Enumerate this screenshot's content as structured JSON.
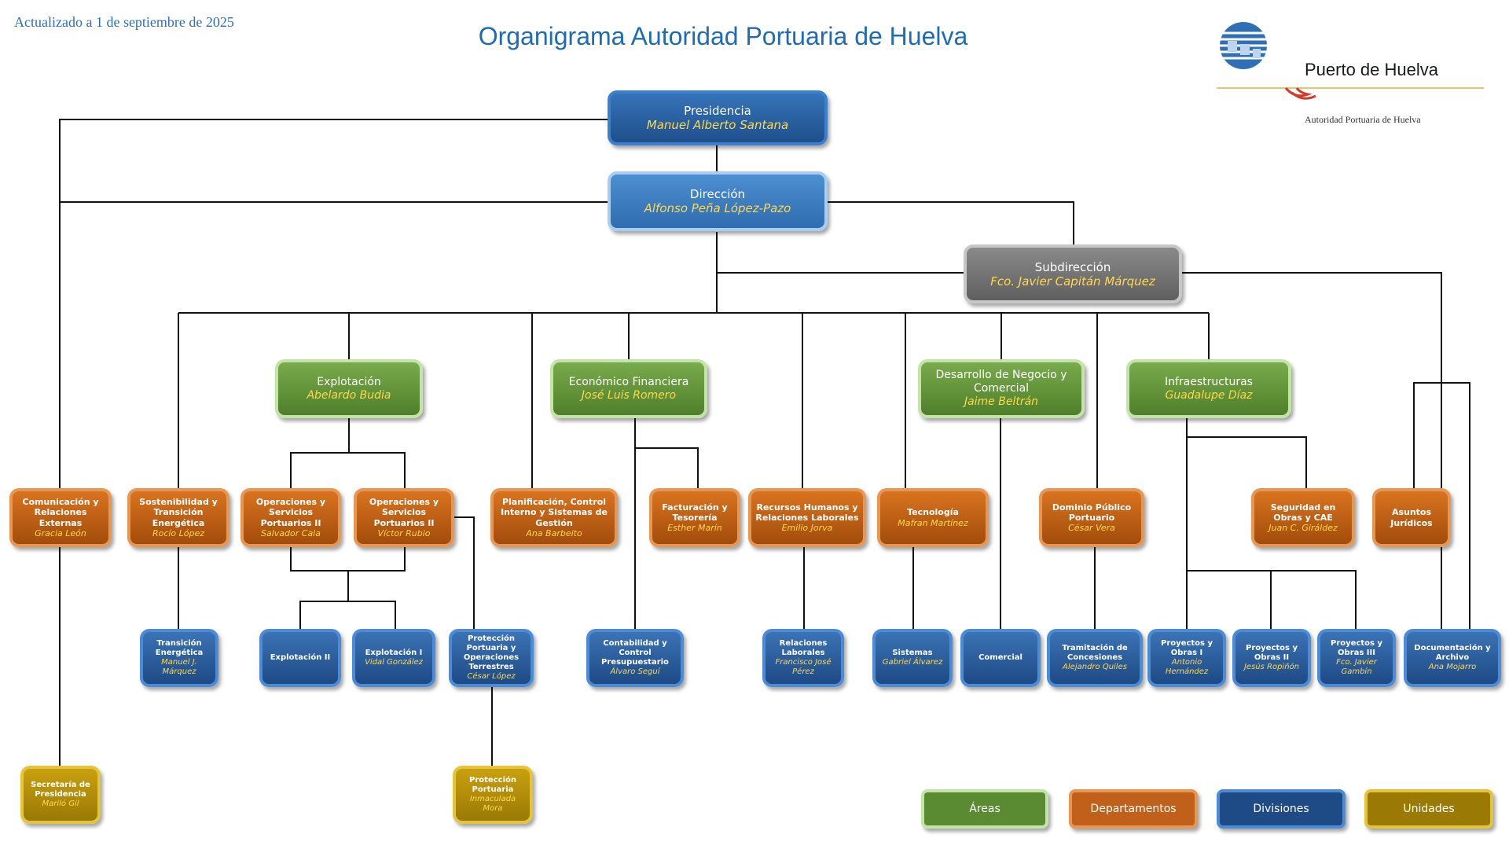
{
  "updated": "Actualizado a 1 de septiembre de 2025",
  "title": "Organigrama Autoridad Portuaria de Huelva",
  "logo": {
    "name": "Puerto de Huelva",
    "subtitle": "Autoridad Portuaria de Huelva"
  },
  "colors": {
    "areas": "#5a8a32",
    "departamentos": "#c0601a",
    "divisiones": "#1e4a85",
    "unidades": "#9a7a05",
    "title": "#1f6bb5"
  },
  "nodes": {
    "presidencia": {
      "name": "Presidencia",
      "person": "Manuel Alberto Santana"
    },
    "direccion": {
      "name": "Dirección",
      "person": "Alfonso Peña López-Pazo"
    },
    "subdireccion": {
      "name": "Subdirección",
      "person": "Fco. Javier Capitán Márquez"
    },
    "explotacion": {
      "name": "Explotación",
      "person": "Abelardo Budia"
    },
    "economico": {
      "name": "Económico Financiera",
      "person": "José Luis Romero"
    },
    "desarrollo": {
      "name": "Desarrollo de Negocio y Comercial",
      "person": "Jaime Beltrán"
    },
    "infraestructuras": {
      "name": "Infraestructuras",
      "person": "Guadalupe Díaz"
    },
    "comunicacion": {
      "name": "Comunicación y Relaciones Externas",
      "person": "Gracia León"
    },
    "sostenibilidad": {
      "name": "Sostenibilidad y Transición Energética",
      "person": "Rocío López"
    },
    "operaciones2": {
      "name": "Operaciones y Servicios Portuarios II",
      "person": "Salvador Cala"
    },
    "operaciones1": {
      "name": "Operaciones y Servicios Portuarios II",
      "person": "Víctor Rubio"
    },
    "planificacion": {
      "name": "Planificación, Control Interno y Sistemas de Gestión",
      "person": "Ana Barbeito"
    },
    "facturacion": {
      "name": "Facturación y Tesorería",
      "person": "Esther Marín"
    },
    "rrhh": {
      "name": "Recursos Humanos y Relaciones Laborales",
      "person": "Emilio Jorva"
    },
    "tecnologia": {
      "name": "Tecnología",
      "person": "Mafran Martínez"
    },
    "dominio": {
      "name": "Dominio Público Portuario",
      "person": "César Vera"
    },
    "seguridad": {
      "name": "Seguridad en Obras y CAE",
      "person": "Juan C. Giráldez"
    },
    "juridicos": {
      "name": "Asuntos Jurídicos",
      "person": ""
    },
    "transicion": {
      "name": "Transición Energética",
      "person": "Manuel J. Márquez"
    },
    "explot2": {
      "name": "Explotación II",
      "person": ""
    },
    "explot1": {
      "name": "Explotación I",
      "person": "Vidal González"
    },
    "proteccion_op": {
      "name": "Protección Portuaria y Operaciones Terrestres",
      "person": "César López"
    },
    "contabilidad": {
      "name": "Contabilidad y Control Presupuestario",
      "person": "Álvaro Seguí"
    },
    "relaciones": {
      "name": "Relaciones Laborales",
      "person": "Francisco José Pérez"
    },
    "sistemas": {
      "name": "Sistemas",
      "person": "Gabriel Álvarez"
    },
    "comercial": {
      "name": "Comercial",
      "person": ""
    },
    "tramitacion": {
      "name": "Tramitación de Concesiones",
      "person": "Alejandro Quiles"
    },
    "proyectos1": {
      "name": "Proyectos y Obras I",
      "person": "Antonio Hernández"
    },
    "proyectos2": {
      "name": "Proyectos y Obras II",
      "person": "Jesús Ropiñón"
    },
    "proyectos3": {
      "name": "Proyectos y Obras III",
      "person": "Fco. Javier Gambín"
    },
    "documentacion": {
      "name": "Documentación y Archivo",
      "person": "Ana Mojarro"
    },
    "secretaria": {
      "name": "Secretaría de Presidencia",
      "person": "Mariló Gil"
    },
    "proteccion": {
      "name": "Protección Portuaria",
      "person": "Inmaculada Mora"
    }
  },
  "legend": {
    "areas": "Áreas",
    "departamentos": "Departamentos",
    "divisiones": "Divisiones",
    "unidades": "Unidades"
  }
}
